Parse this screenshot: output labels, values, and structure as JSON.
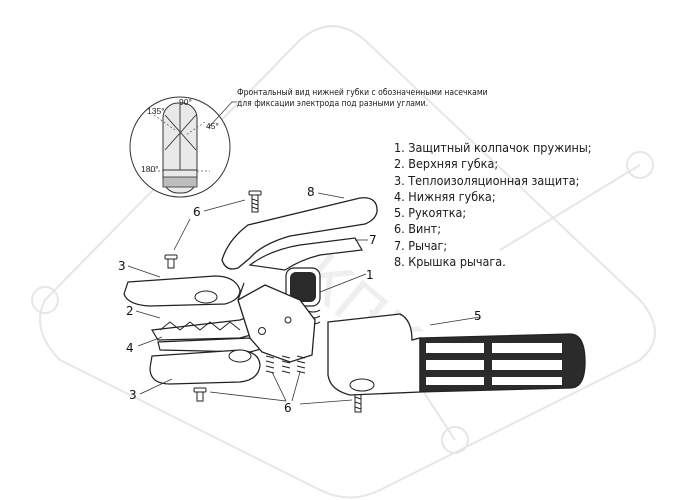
{
  "caption": {
    "line1": "Фронтальный вид нижней губки с обозначенными насечками",
    "line2": "для фиксации электрода под разными углами."
  },
  "angles": {
    "a135": "135°",
    "a90": "90°",
    "a45": "45°",
    "a180": "180°"
  },
  "legend": [
    "1. Защитный колпачок пружины;",
    "2. Верхняя губка;",
    "3. Теплоизоляционная защита;",
    "4. Нижняя губка;",
    "5. Рукоятка;",
    "6. Винт;",
    "7. Рычаг;",
    "8. Крышка рычага."
  ],
  "callouts": {
    "c8": "8",
    "c6_top": "6",
    "c7": "7",
    "c3_top": "3",
    "c1": "1",
    "c2": "2",
    "c5": "5",
    "c4": "4",
    "c3_bottom": "3",
    "c6_bottom": "6"
  },
  "watermark": "КПК"
}
